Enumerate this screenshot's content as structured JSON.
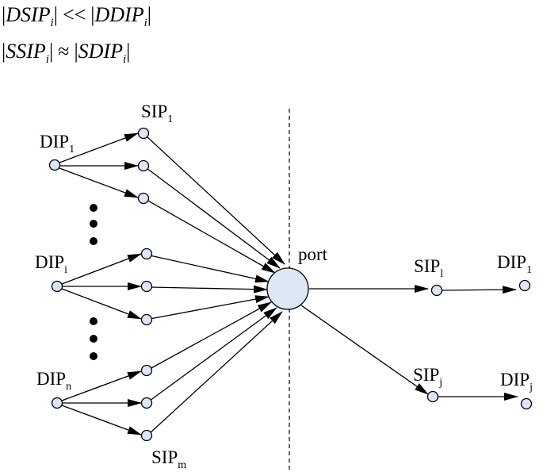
{
  "formulas": {
    "line1": {
      "left_var": "DSIP",
      "left_sub": "i",
      "operator": "<<",
      "right_var": "DDIP",
      "right_sub": "i"
    },
    "line2": {
      "left_var": "SSIP",
      "left_sub": "i",
      "operator": "≈",
      "right_var": "SDIP",
      "right_sub": "i"
    }
  },
  "labels": {
    "sip_1": {
      "base": "SIP",
      "sub": "1"
    },
    "dip_1": {
      "base": "DIP",
      "sub": "1"
    },
    "dip_i": {
      "base": "DIP",
      "sub": "i"
    },
    "dip_n": {
      "base": "DIP",
      "sub": "n"
    },
    "sip_m": {
      "base": "SIP",
      "sub": "m"
    },
    "port": "port",
    "sip_l": {
      "base": "SIP",
      "sub": "l"
    },
    "dip_1_right": {
      "base": "DIP",
      "sub": "1"
    },
    "sip_j": {
      "base": "SIP",
      "sub": "j"
    },
    "dip_j": {
      "base": "DIP",
      "sub": "j"
    }
  },
  "colors": {
    "node_fill": "#dde7f3",
    "line": "#000000"
  }
}
